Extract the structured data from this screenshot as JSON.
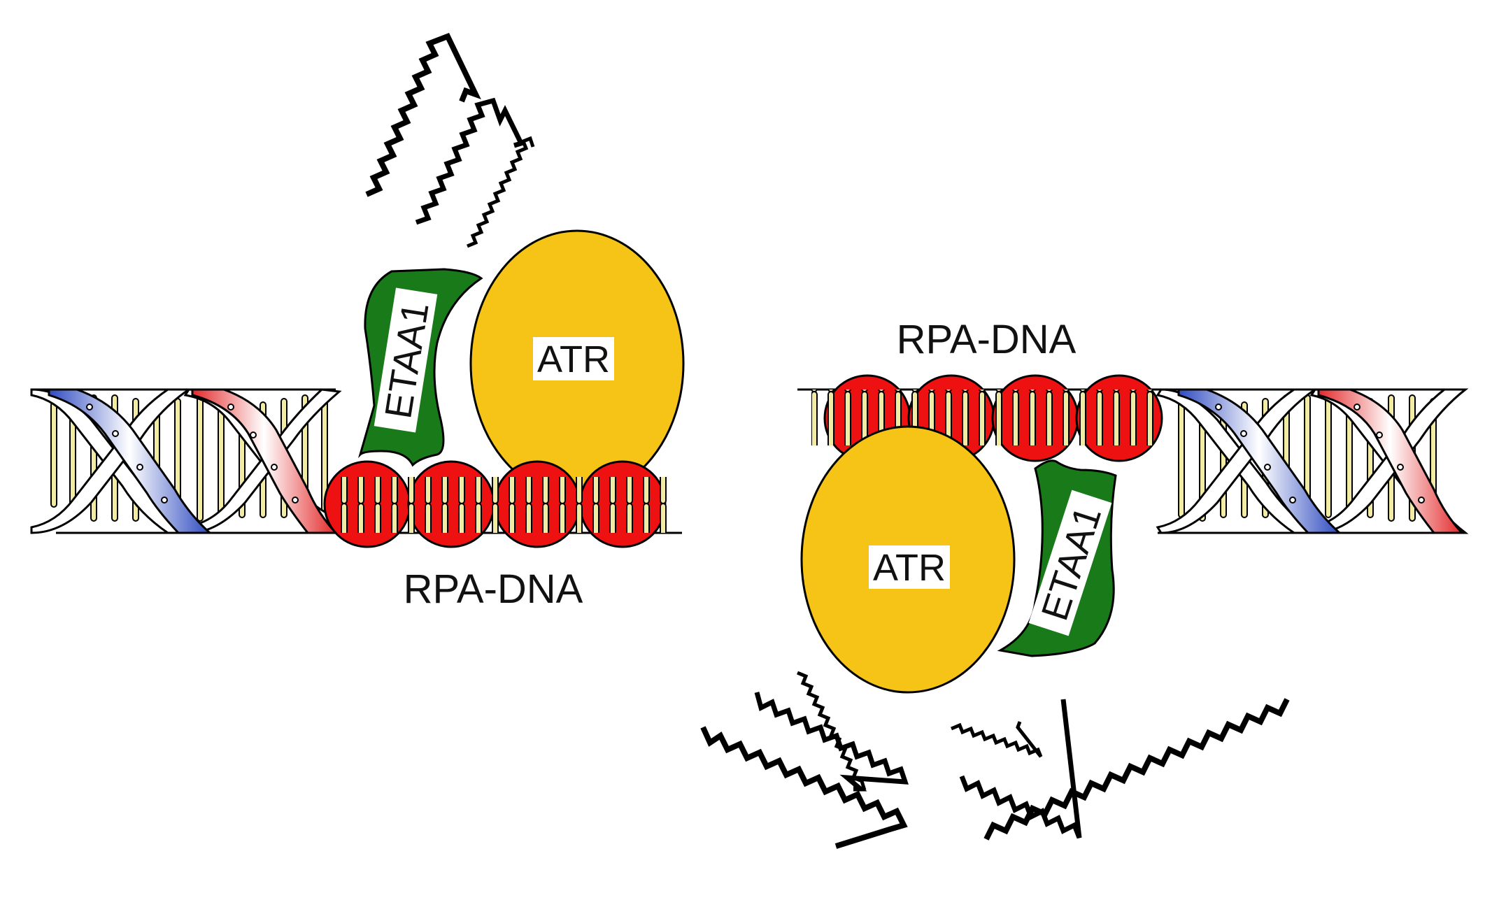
{
  "diagram": {
    "labels": {
      "left_complex_label": "RPA-DNA",
      "right_complex_label": "RPA-DNA",
      "left_atr": "ATR",
      "right_atr": "ATR",
      "left_etaa1": "ETAA1",
      "right_etaa1": "ETAA1"
    },
    "components": {
      "dna_helix_count": 2,
      "rpa_units_per_complex": 4,
      "signal_wave_groups": 4
    },
    "colors": {
      "atr": "#F6C317",
      "etaa1": "#197A19",
      "rpa": "#EE1111",
      "helix_blue": "#2F4BC0",
      "helix_red": "#E3292A",
      "base_pair": "#F2EBA4",
      "outline": "#000000"
    }
  }
}
